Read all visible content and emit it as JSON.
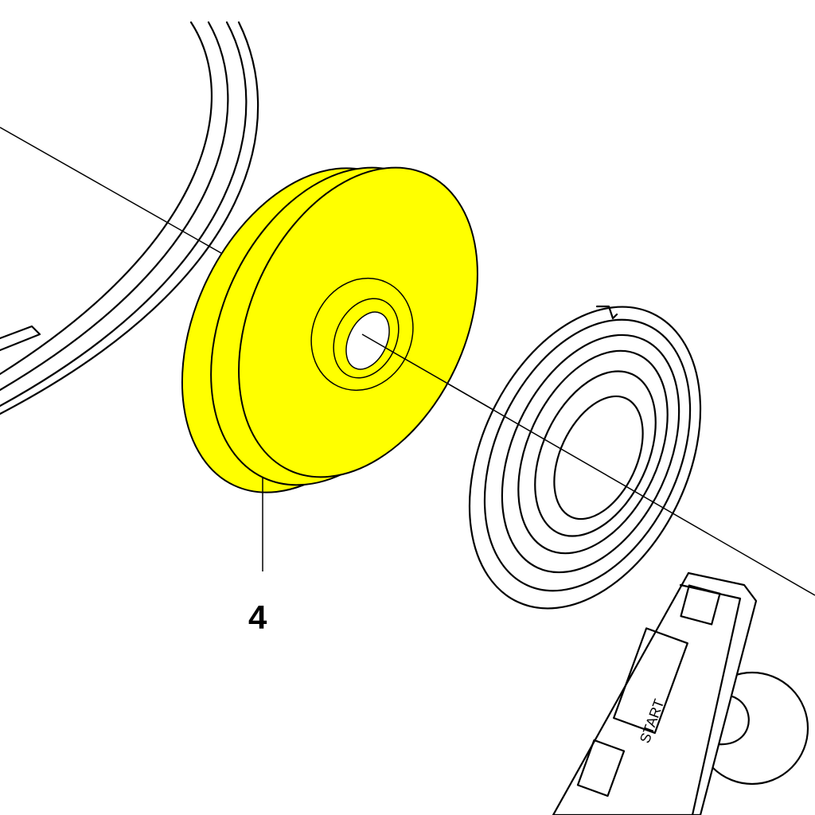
{
  "diagram": {
    "callouts": [
      {
        "number": "4",
        "part": "pulley"
      }
    ],
    "handle_lettering": "START",
    "highlight_color": "#ffff00",
    "line_color": "#000000"
  }
}
